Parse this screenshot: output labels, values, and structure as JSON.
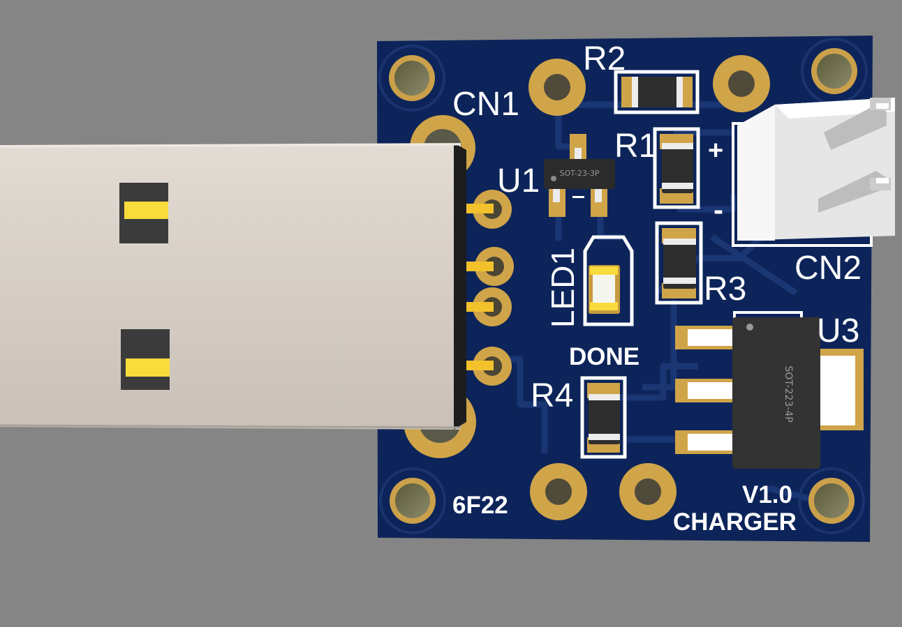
{
  "board": {
    "colors": {
      "background": "#858585",
      "pcb": "#0c2459",
      "copper": "#d7aa3c",
      "silkscreen": "#ffffff",
      "usb_shell": "#d5cdc4",
      "component_body": "#2b2b2b"
    },
    "labels": {
      "cn1": "CN1",
      "cn2": "CN2",
      "u1": "U1",
      "u3": "U3",
      "r1": "R1",
      "r2": "R2",
      "r3": "R3",
      "r4": "R4",
      "led1": "LED1",
      "done": "DONE",
      "plus": "+",
      "minus": "-",
      "part_id": "6F22",
      "version": "V1.0",
      "name": "CHARGER"
    },
    "packages": {
      "u1": "SOT-23-3P",
      "u3": "SOT-223-4P"
    }
  }
}
